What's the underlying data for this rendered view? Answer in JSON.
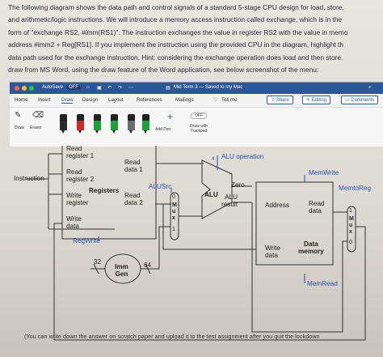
{
  "question": {
    "lines": [
      "The following diagram shows the data path and control signals of a standard 5-stage CPU design for load, store,",
      "and arithmetic/logic instructions. We will introduce a memory access instruction called exchange, which is in the",
      "form of \"exchange RS2, #imm(RS1)\". The instruction exchanges the value in register RS2 with the value in memo",
      "address #imm2 + Reg[RS1]. If you implement the instruction using the provided CPU in the diagram, highlight th",
      "data path used for the exchange instruction. Hint: considering the exchange operation does load and then store.",
      "draw from MS Word, using the draw feature of the Word application, see below screenshot of the menu:"
    ]
  },
  "word": {
    "autosave_label": "AutoSave",
    "autosave_state": "OFF",
    "doc_title": "Mid Term 3 — Saved to my Mac",
    "tabs": [
      "Home",
      "Insert",
      "Draw",
      "Design",
      "Layout",
      "References",
      "Mailings"
    ],
    "active_tab": "Draw",
    "tell_me": "Tell me",
    "share": "Share",
    "editing": "Editing",
    "comments": "Comments",
    "draw_label": "Draw",
    "eraser_label": "Eraser",
    "add_pen": "Add Pen",
    "draw_with_trackpad": "Draw with Trackpad",
    "toggle_state": "OFF",
    "pen_colors": [
      "#2a2a2a",
      "#d32626",
      "#1f9e3a",
      "#1f9e3a",
      "#6b6b6b",
      "#1f9e3a",
      "#333333"
    ],
    "accent": "#2b5797"
  },
  "diagram": {
    "read_register_1": "Read\nregister 1",
    "read_register_2": "Read\nregister 2",
    "write_register": "Write\nregister",
    "write_data": "Write\ndata",
    "registers": "Registers",
    "read_data_1": "Read\ndata 1",
    "read_data_2": "Read\ndata 2",
    "instruction": "Instruction",
    "regwrite": "RegWrite",
    "alusrc": "ALUSrc",
    "alu_operation": "ALU operation",
    "alu_op_bits": "4",
    "zero": "Zero",
    "alu": "ALU",
    "alu_result": "ALU\nresult",
    "memwrite": "MemWrite",
    "memtoreg": "MemtoReg",
    "address": "Address",
    "mem_read_data": "Read\ndata",
    "data_memory": "Data\nmemory",
    "mem_write_data": "Write\ndata",
    "memread": "MemRead",
    "imm_gen": "Imm\nGen",
    "bits_in": "32",
    "bits_out": "64",
    "mux_label": "M\nu\nx",
    "mux_0": "0",
    "mux_1": "1"
  },
  "footer": "(You can write down the answer on scratch paper and upload it to the test assignment after you quit the lockdown"
}
